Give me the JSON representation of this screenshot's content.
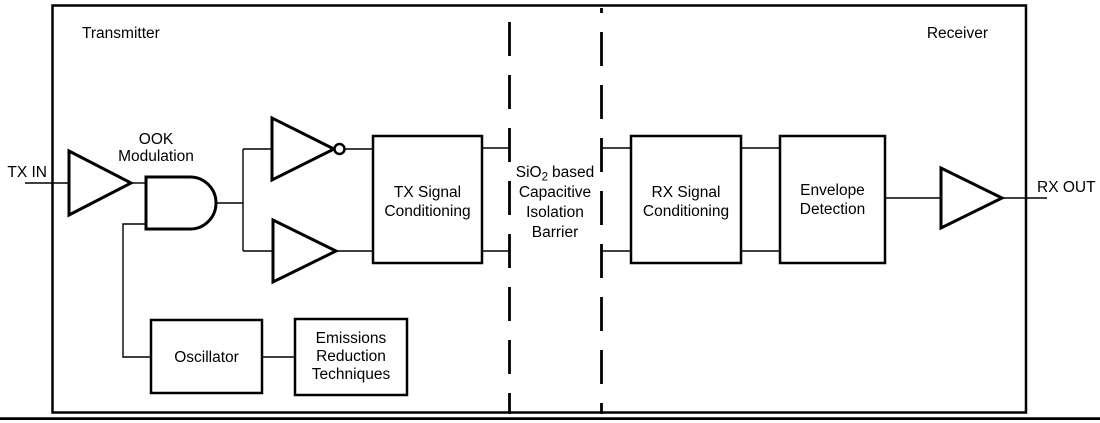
{
  "figure": {
    "colors": {
      "ink": "#000000",
      "background": "#ffffff"
    },
    "regions": {
      "transmitter": "Transmitter",
      "receiver": "Receiver"
    },
    "ports": {
      "input": "TX IN",
      "output": "RX OUT"
    },
    "modulation": {
      "line1": "OOK",
      "line2": "Modulation"
    },
    "blocks": {
      "tx_conditioning": {
        "line1": "TX Signal",
        "line2": "Conditioning"
      },
      "rx_conditioning": {
        "line1": "RX Signal",
        "line2": "Conditioning"
      },
      "envelope_detection": {
        "line1": "Envelope",
        "line2": "Detection"
      },
      "oscillator": {
        "label": "Oscillator"
      },
      "emissions_reduction": {
        "line1": "Emissions",
        "line2": "Reduction",
        "line3": "Techniques"
      }
    },
    "barrier": {
      "sio_pre": "SiO",
      "sio_sub": "2",
      "sio_post": "based",
      "line2": "Capacitive",
      "line3": "Isolation",
      "line4": "Barrier"
    }
  }
}
